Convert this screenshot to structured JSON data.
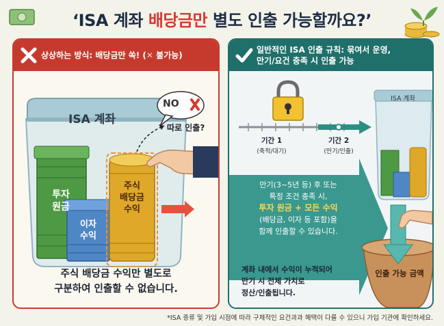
{
  "header": {
    "title_part1": "‘ISA 계좌 ",
    "title_highlight": "배당금만",
    "title_part2": " 별도 인출 가능할까요?’"
  },
  "left_panel": {
    "header_line1": "상상하는 방식: 배당금만 쏙! (",
    "header_x": "✕",
    "header_line2": " 불가능)",
    "jar_label": "ISA 계좌",
    "bubble_text": "NO",
    "withdraw_label": "따로 인출?",
    "stack_principal": [
      "투자",
      "원금"
    ],
    "stack_interest": [
      "이자",
      "수익"
    ],
    "stack_dividend": [
      "주식",
      "배당금",
      "수익"
    ],
    "conclusion_line1": "주식 배당금 수익만 별도로",
    "conclusion_line2": "구분하여 인출할 수 없습니다."
  },
  "right_panel": {
    "header_line1": "일반적인 ISA 인출 규칙: 묶여서 운영,",
    "header_line2": "만기/요건 충족 시 인출 가능",
    "jar_label": "ISA 계좌",
    "period1_label": "기간 1",
    "period1_sub": "(축적/대기)",
    "period2_label": "기간 2",
    "period2_sub": "(만기/인출)",
    "arrow_line1": "만기(3~5년 등) 후 또는",
    "arrow_line2": "특정 조건 충족 시,",
    "arrow_line3": "투자 원금 + 모든 수익",
    "arrow_line4": "(배당금, 이자 등 포함)을",
    "arrow_line5": "함께 인출할 수 있습니다.",
    "bottom_line1": "계좌 내에서 수익이 누적되어",
    "bottom_line2": "만기 시 전체 가치로",
    "bottom_line3": "정산/인출됩니다.",
    "pot_label": "인출 가능 금액"
  },
  "footnote": "*ISA 종류 및 가입 시점에 따라 구체적인 요건과과 혜택이 다를 수 있으니 가입 기관에 확인하세요.",
  "colors": {
    "red": "#c63a2e",
    "teal": "#1f6f6a",
    "navy": "#1d2d45",
    "highlight_yellow": "#ffd84a"
  }
}
